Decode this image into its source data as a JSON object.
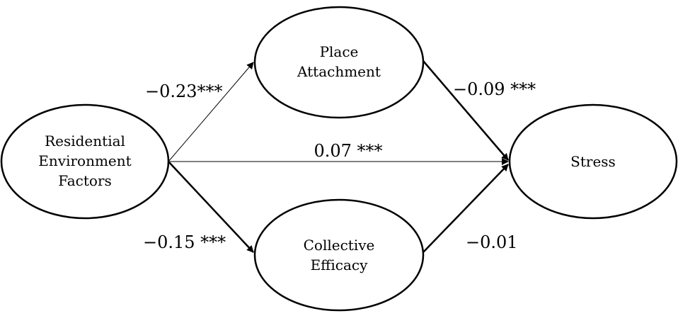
{
  "nodes": {
    "residential": {
      "lines": [
        "Residential",
        "Environment",
        "Factors"
      ]
    },
    "place": {
      "lines": [
        "Place",
        "Attachment"
      ]
    },
    "collective": {
      "lines": [
        "Collective",
        "Efficacy"
      ]
    },
    "stress": {
      "lines": [
        "Stress"
      ]
    }
  },
  "paths": {
    "res_to_place": {
      "coefficient": "−0.23***"
    },
    "res_to_collective": {
      "coefficient": "−0.15 ***"
    },
    "res_to_stress": {
      "coefficient": "0.07 ***"
    },
    "place_to_stress": {
      "coefficient": "−0.09 ***"
    },
    "collective_to_stress": {
      "coefficient": "−0.01"
    }
  },
  "colors": {
    "stroke": "#000000",
    "background": "#ffffff"
  }
}
